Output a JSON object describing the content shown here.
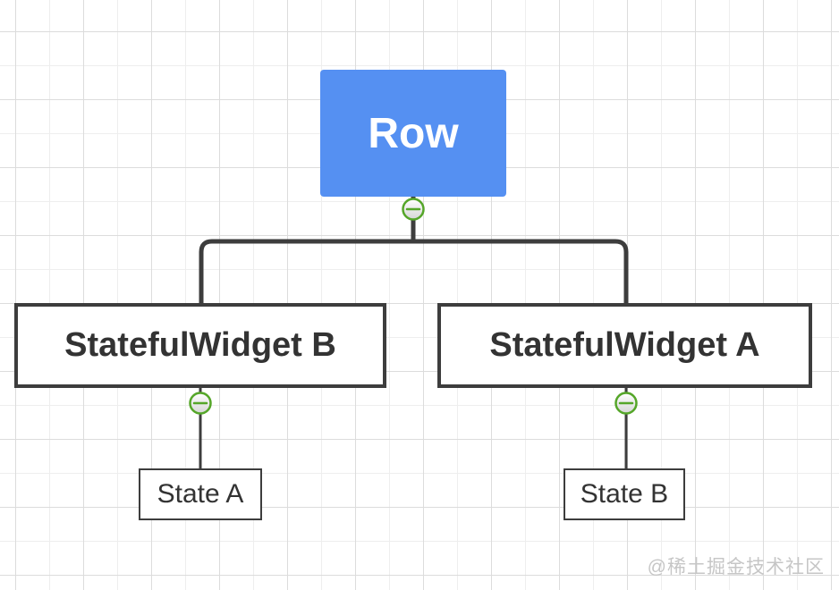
{
  "diagram": {
    "type": "widget-tree",
    "nodes": [
      {
        "id": "row",
        "label": "Row",
        "level": 0,
        "variant": "primary"
      },
      {
        "id": "stateful-widget-b",
        "label": "StatefulWidget B",
        "level": 1,
        "variant": "outlined-bold"
      },
      {
        "id": "stateful-widget-a",
        "label": "StatefulWidget A",
        "level": 1,
        "variant": "outlined-bold"
      },
      {
        "id": "state-a",
        "label": "State A",
        "level": 2,
        "variant": "outlined"
      },
      {
        "id": "state-b",
        "label": "State B",
        "level": 2,
        "variant": "outlined"
      }
    ],
    "edges": [
      {
        "from": "row",
        "to": "stateful-widget-b"
      },
      {
        "from": "row",
        "to": "stateful-widget-a"
      },
      {
        "from": "stateful-widget-b",
        "to": "state-a"
      },
      {
        "from": "stateful-widget-a",
        "to": "state-b"
      }
    ],
    "collapse_buttons": [
      {
        "node": "row",
        "state": "expanded",
        "glyph": "minus-icon"
      },
      {
        "node": "stateful-widget-b",
        "state": "expanded",
        "glyph": "minus-icon"
      },
      {
        "node": "stateful-widget-a",
        "state": "expanded",
        "glyph": "minus-icon"
      }
    ]
  },
  "watermark": {
    "text": "@稀土掘金技术社区"
  },
  "colors": {
    "primary_fill": "#5590f2",
    "primary_text": "#ffffff",
    "box_border": "#3d3d3d",
    "box_fill": "#ffffff",
    "box_text": "#333333",
    "edge": "#3d3d3d",
    "collapse_green": "#55a629",
    "grid_major": "#dcdcdc",
    "grid_minor": "#eeeeee",
    "watermark": "#c6c6c6"
  }
}
